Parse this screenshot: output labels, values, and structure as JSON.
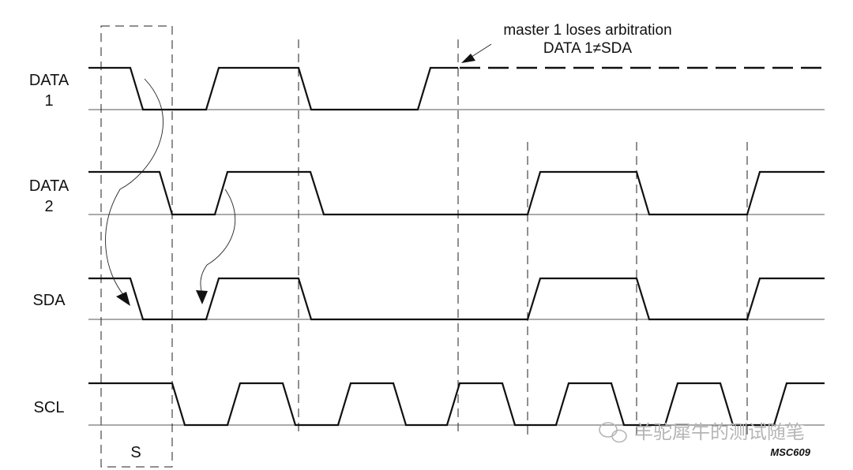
{
  "signals": [
    {
      "id": "data1",
      "label_lines": [
        "DATA",
        "1"
      ]
    },
    {
      "id": "data2",
      "label_lines": [
        "DATA",
        "2"
      ]
    },
    {
      "id": "sda",
      "label_lines": [
        "SDA"
      ]
    },
    {
      "id": "scl",
      "label_lines": [
        "SCL"
      ]
    }
  ],
  "annotation": {
    "line1": "master 1 loses arbitration",
    "line2": "DATA 1≠SDA"
  },
  "start_label": "S",
  "figure_code": "MSC609",
  "watermark": "羊驼犀牛的测试随笔"
}
